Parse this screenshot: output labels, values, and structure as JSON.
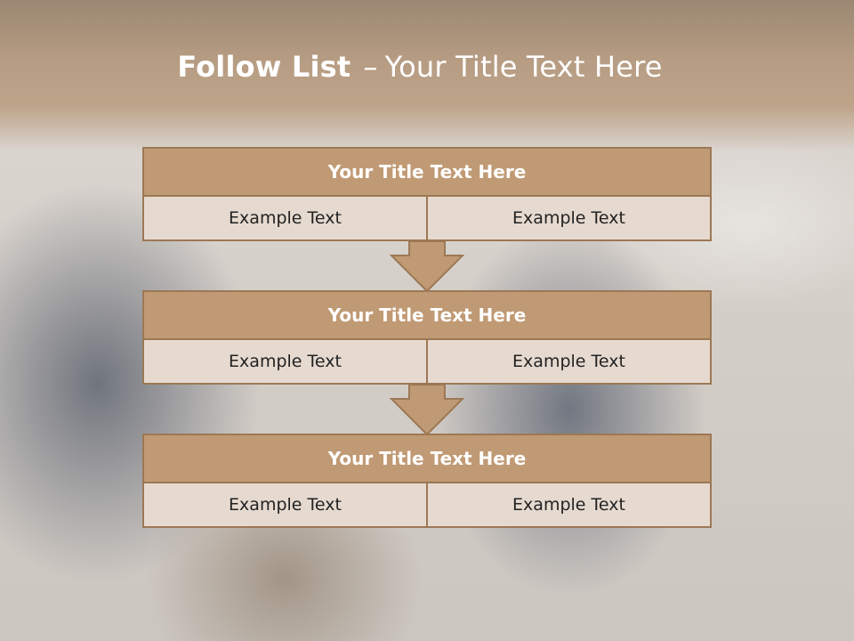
{
  "slide": {
    "title_bold": "Follow List",
    "title_sep": "–",
    "title_rest": "Your Title Text Here"
  },
  "steps": [
    {
      "title": "Your Title Text Here",
      "left": "Example Text",
      "right": "Example Text"
    },
    {
      "title": "Your Title Text Here",
      "left": "Example Text",
      "right": "Example Text"
    },
    {
      "title": "Your Title Text Here",
      "left": "Example Text",
      "right": "Example Text"
    }
  ],
  "colors": {
    "header_fill": "#c09a74",
    "border": "#9c7855",
    "cell_fill": "#e6dad0",
    "arrow_fill": "#c09a74"
  },
  "icons": [
    "down-arrow-icon"
  ]
}
